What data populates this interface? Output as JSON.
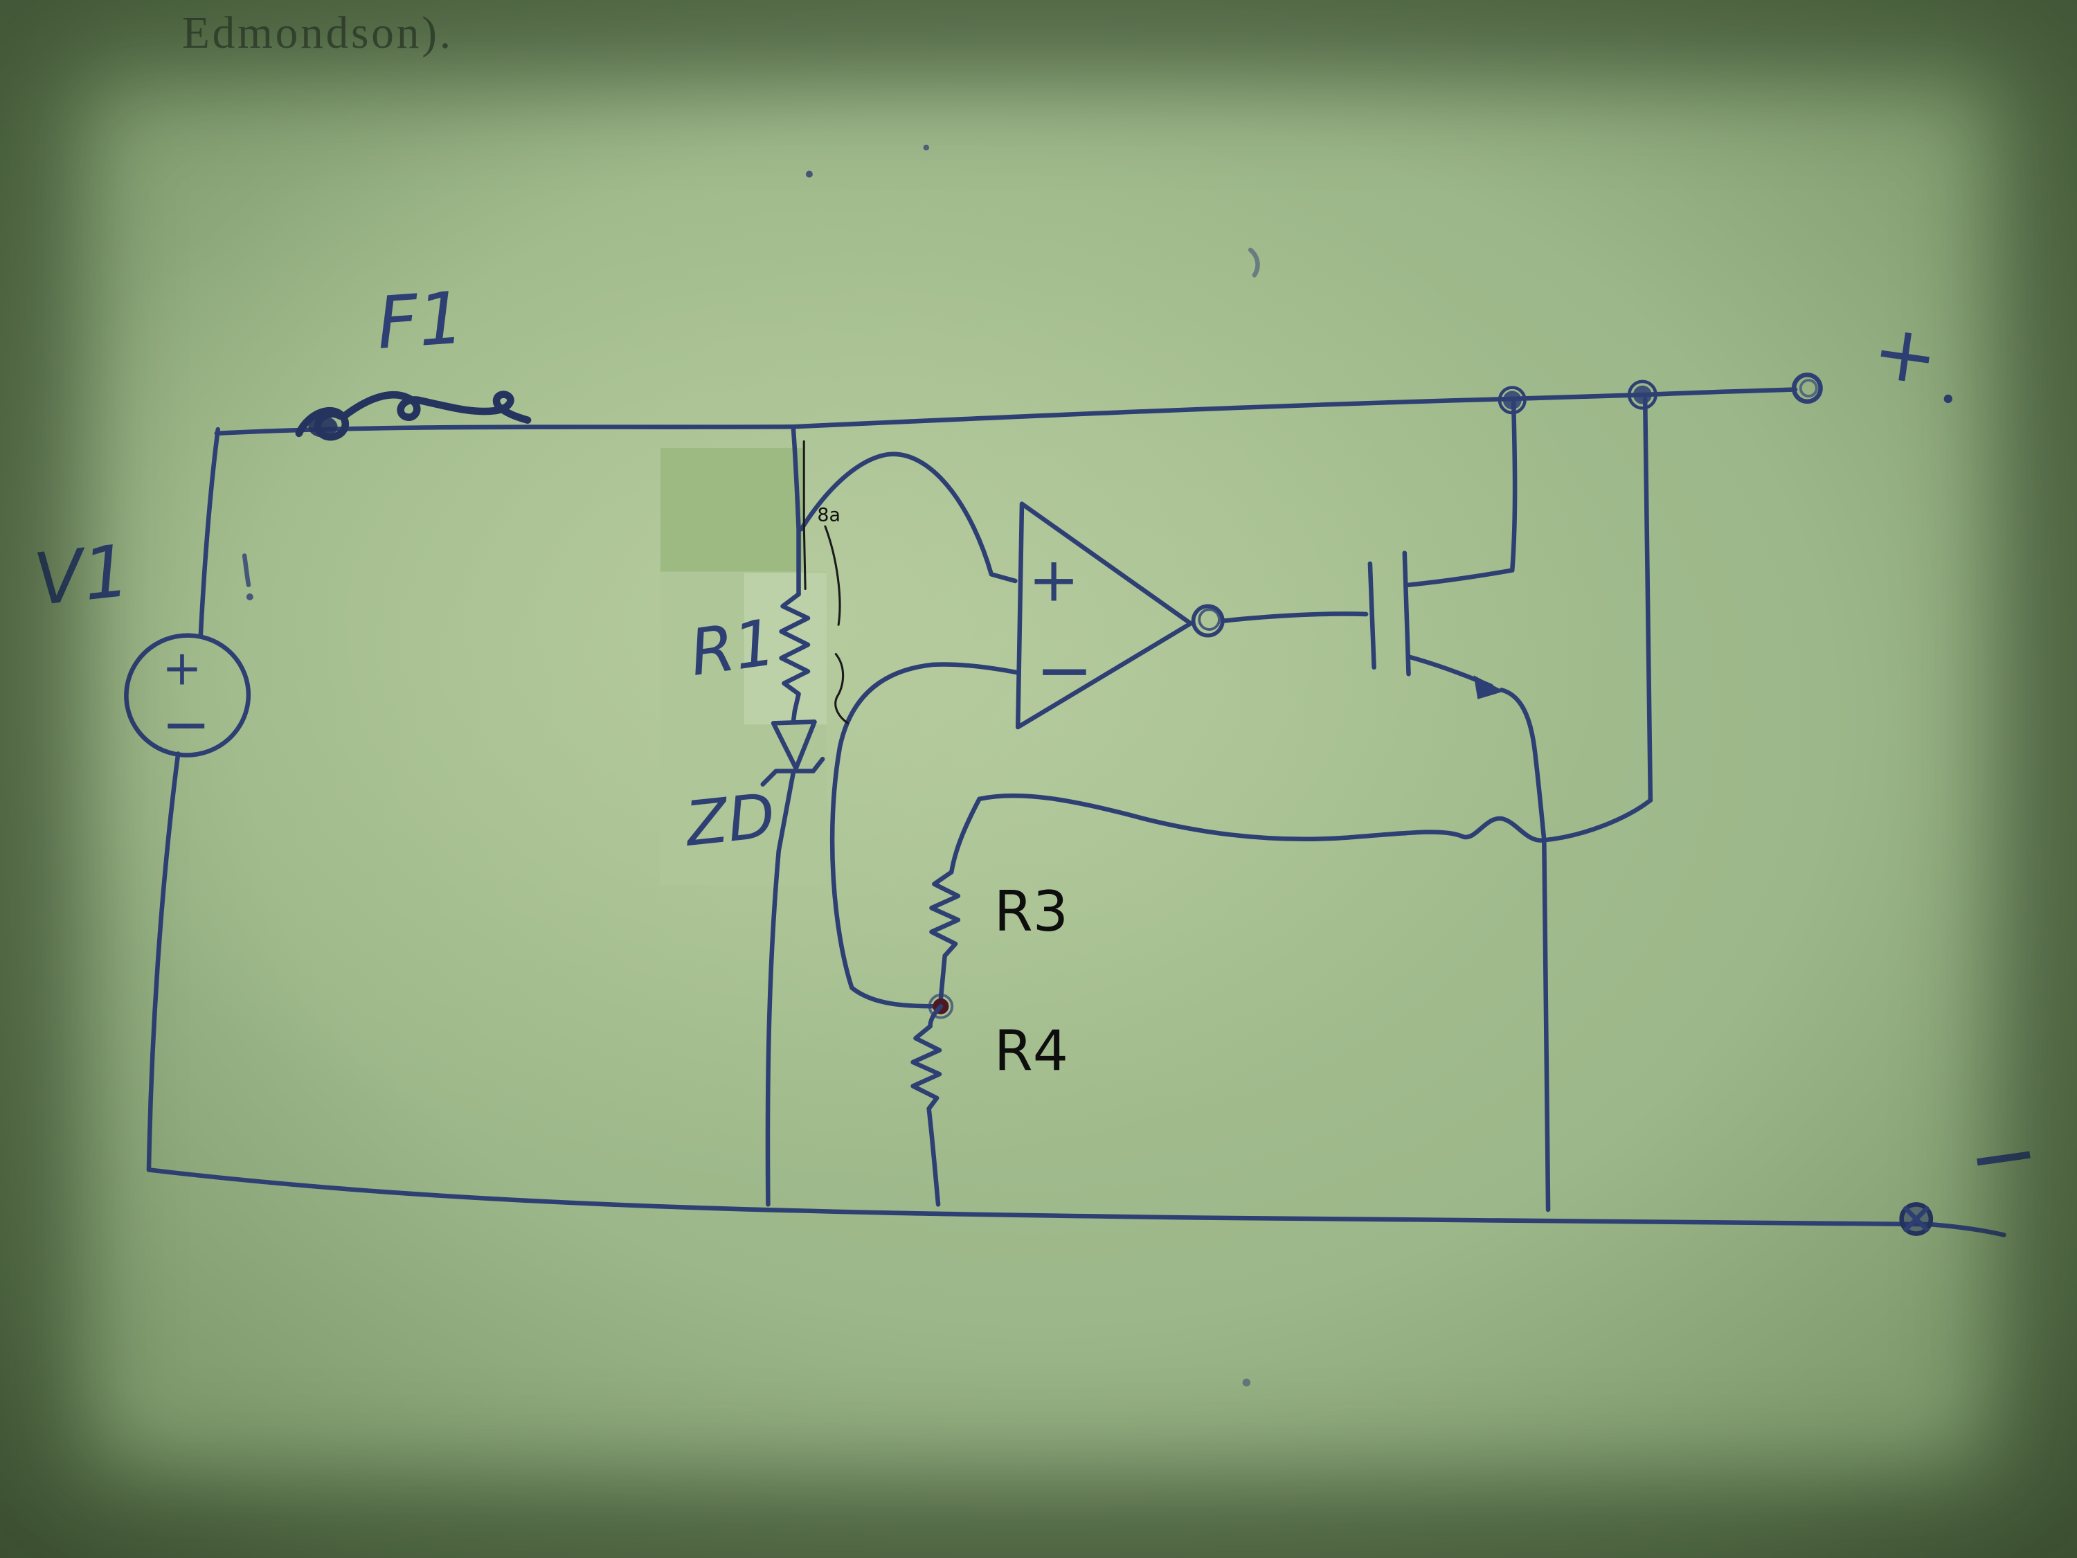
{
  "photo": {
    "description": "Hand-drawn DC power supply circuit sketch in blue pen on green paper"
  },
  "colors": {
    "paper_center": "#a9c294",
    "paper_edge": "#7e9a6c",
    "paper_corner": "#586f4a",
    "ink_blue": "#2e3f74",
    "ink_blue_dark": "#25335f",
    "overlay_black": "#1b1b1b",
    "label_black": "#0e0e0e",
    "printed_gray": "#41513e",
    "patch_top": "#9cba82",
    "patch_light": "#bcd1a7",
    "patch_lower": "#aec698",
    "junction_maroon": "#4d1824"
  },
  "printed_text": {
    "page_header": "Edmondson)."
  },
  "labels": {
    "fuse": "F1",
    "voltage_source": "V1",
    "resistor_r1": "R1",
    "zener_diode": "ZD",
    "resistor_r3": "R3",
    "resistor_r4": "R4",
    "output_positive": "+",
    "output_negative": "−",
    "source_positive": "+",
    "source_negative": "−",
    "opamp_noninverting": "+",
    "opamp_inverting": "−",
    "patch_mark": "8a"
  }
}
